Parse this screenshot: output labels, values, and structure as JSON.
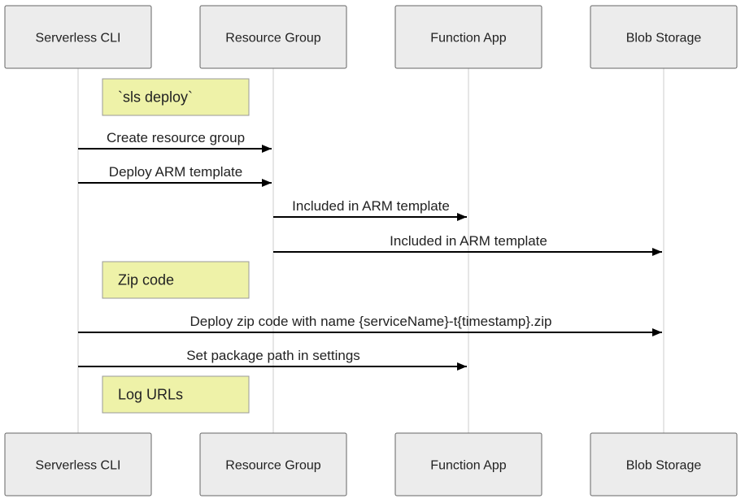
{
  "participants": [
    {
      "id": "cli",
      "label": "Serverless CLI"
    },
    {
      "id": "rg",
      "label": "Resource Group"
    },
    {
      "id": "fa",
      "label": "Function App"
    },
    {
      "id": "blob",
      "label": "Blob Storage"
    }
  ],
  "steps": [
    {
      "type": "note",
      "over": "cli",
      "text": "`sls deploy`"
    },
    {
      "type": "message",
      "from": "cli",
      "to": "rg",
      "text": "Create resource group"
    },
    {
      "type": "message",
      "from": "cli",
      "to": "rg",
      "text": "Deploy ARM template"
    },
    {
      "type": "message",
      "from": "rg",
      "to": "fa",
      "text": "Included in ARM template"
    },
    {
      "type": "message",
      "from": "rg",
      "to": "blob",
      "text": "Included in ARM template"
    },
    {
      "type": "note",
      "over": "cli",
      "text": "Zip code"
    },
    {
      "type": "message",
      "from": "cli",
      "to": "blob",
      "text": "Deploy zip code with name {serviceName}-t{timestamp}.zip"
    },
    {
      "type": "message",
      "from": "cli",
      "to": "fa",
      "text": "Set package path in settings"
    },
    {
      "type": "note",
      "over": "cli",
      "text": "Log URLs"
    }
  ],
  "colors": {
    "actor_fill": "#ececec",
    "note_fill": "#eef2a8",
    "arrow": "#000000"
  }
}
